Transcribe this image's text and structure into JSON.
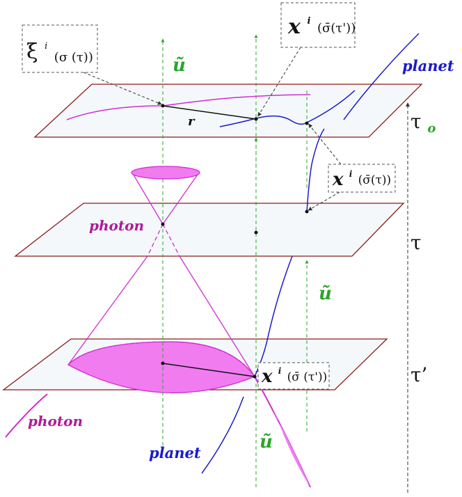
{
  "colors": {
    "plane_fill": "#f4f8fb",
    "plane_stroke": "#8b1a1a",
    "magenta": "#d12bd1",
    "cone_fill": "#f07cf0",
    "blue": "#1a1acc",
    "green": "#2aa52a",
    "dark": "#111111",
    "photon_text": "#b01a9a"
  },
  "labels": {
    "xi_main": "ξ",
    "xi_sup": "i",
    "xi_arg": "(σ (τ))",
    "x_top_main": "x",
    "x_top_sup": "i",
    "x_top_arg": "(σ̄(τ'))",
    "x_mid_main": "x",
    "x_mid_sup": "i",
    "x_mid_arg": "(σ̄(τ))",
    "x_bot_main": "x",
    "x_bot_sup": "i",
    "x_bot_arg": "(σ̄ (τ'))",
    "u_top": "ũ",
    "u_mid": "ũ",
    "u_bot": "ũ",
    "planet_top": "planet",
    "planet_bot": "planet",
    "photon_mid": "photon",
    "photon_bot": "photon",
    "r": "r",
    "tau_o": "τ",
    "tau_o_sub": "o",
    "tau": "τ",
    "tau_prime": "τ’"
  }
}
